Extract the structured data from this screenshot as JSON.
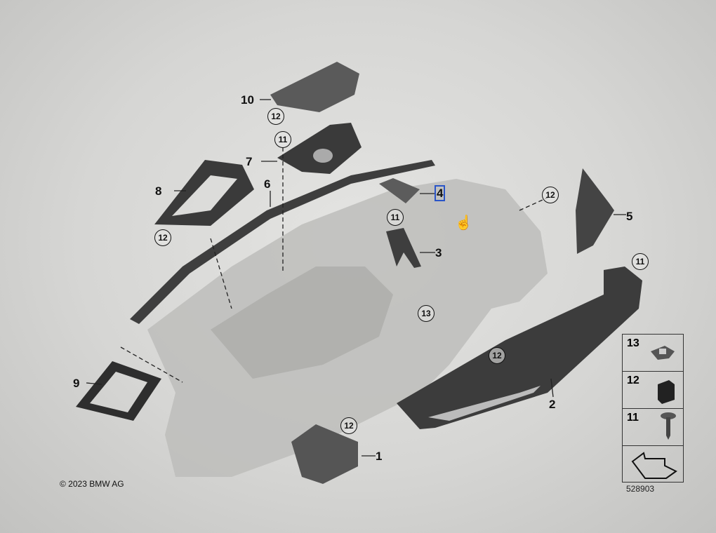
{
  "diagram": {
    "callouts": {
      "p10": "10",
      "p7": "7",
      "p8": "8",
      "p6": "6",
      "p4": "4",
      "p3": "3",
      "p5": "5",
      "p2": "2",
      "p9": "9",
      "p1": "1",
      "c12a": "12",
      "c11a": "11",
      "c12b": "12",
      "c11b": "11",
      "c12c": "12",
      "c11c": "11",
      "c13": "13",
      "c12d": "12",
      "c12e": "12"
    },
    "selected_callout": "4",
    "copyright": "© 2023 BMW AG",
    "reference_number": "528903",
    "legend": [
      {
        "number": "13",
        "icon": "clip-icon"
      },
      {
        "number": "12",
        "icon": "clip-nut-icon"
      },
      {
        "number": "11",
        "icon": "screw-icon"
      },
      {
        "number": "",
        "icon": "arrow-forward-icon"
      }
    ],
    "colors": {
      "selection": "#2a55c8",
      "part": "#4a4a4a",
      "dashboard": "#b8b8b6"
    }
  }
}
